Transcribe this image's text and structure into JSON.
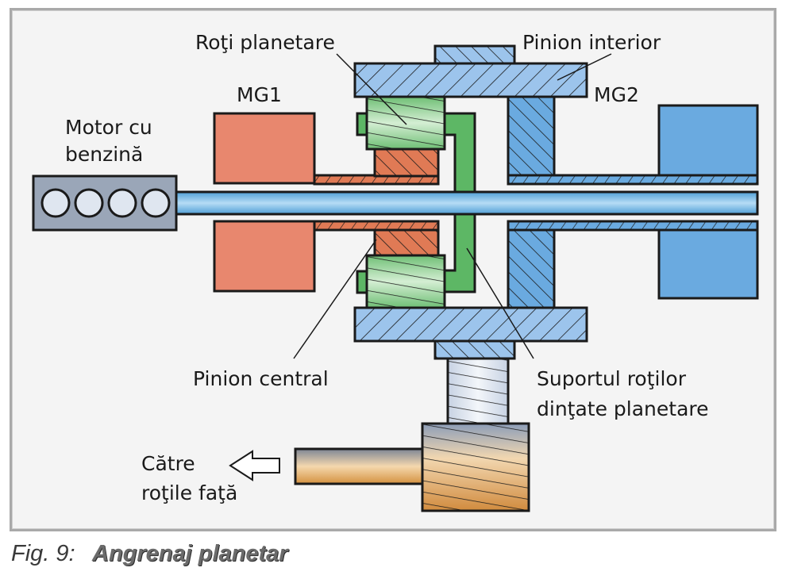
{
  "figure": {
    "caption_prefix": "Fig. 9:",
    "caption_title": "Angrenaj planetar"
  },
  "labels": {
    "engine_line1": "Motor cu",
    "engine_line2": "benzină",
    "mg1": "MG1",
    "mg2": "MG2",
    "planet_gears": "Roţi planetare",
    "ring_gear": "Pinion interior",
    "sun_gear": "Pinion central",
    "carrier_line1": "Suportul roţilor",
    "carrier_line2": "dinţate planetare",
    "output_line1": "Către",
    "output_line2": "roţile faţă"
  },
  "colors": {
    "mg1": "#e8876e",
    "mg1_hatch": "#e07a55",
    "mg2": "#6aaae0",
    "ring": "#9cc4ec",
    "shaft": "#7fbde8",
    "planet": "#8fcf92",
    "carrier": "#5db765",
    "engine": "#9aa6b8",
    "cylinder": "#dfe6f0"
  }
}
